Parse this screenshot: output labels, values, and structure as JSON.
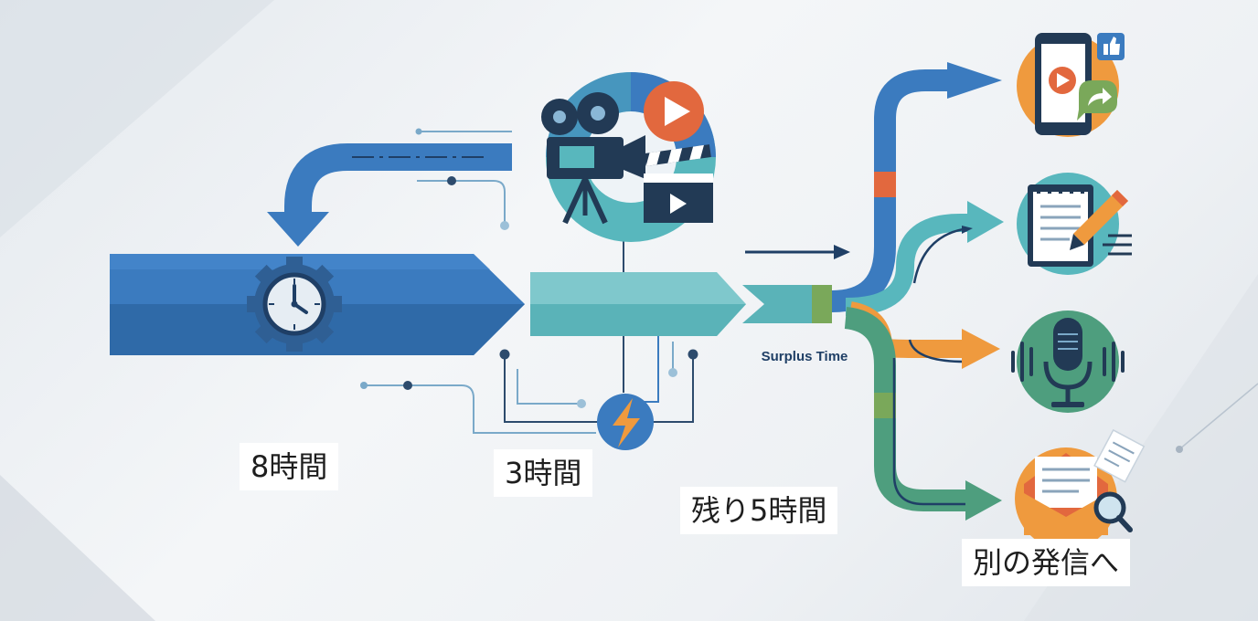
{
  "labels": {
    "input_hours": "8時間",
    "edit_hours": "3時間",
    "remaining_hours": "残り5時間",
    "other_output": "別の発信へ"
  },
  "diagram": {
    "surplus_caption": "Surplus Time"
  },
  "colors": {
    "dark_blue": "#3b7bbf",
    "teal": "#58b7bd",
    "green": "#4e9e7e",
    "orange": "#ef9a3e",
    "navy": "#223a55"
  },
  "icons": [
    "clock-gear-icon",
    "film-camera-icon",
    "clapperboard-icon",
    "play-icon",
    "lightning-icon",
    "smartphone-icon",
    "like-icon",
    "share-icon",
    "notepad-icon",
    "pencil-icon",
    "microphone-icon",
    "envelope-icon",
    "magnifier-icon"
  ]
}
